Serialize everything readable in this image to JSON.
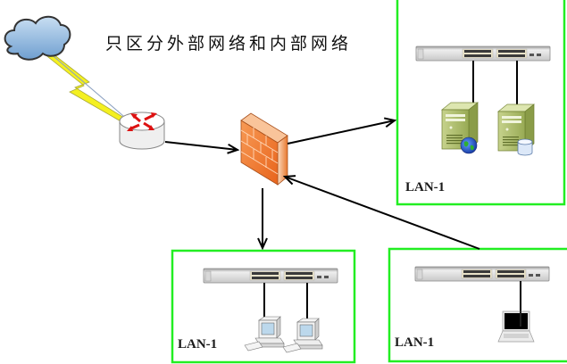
{
  "title": "只区分外部网络和内部网络",
  "colors": {
    "zone_border": "#22ee22",
    "firewall": "#f07a30",
    "link": "#000000",
    "wan_bolt": "#f4f020",
    "router_arrows": "#dd1111"
  },
  "nodes": {
    "internet": {
      "icon": "cloud-icon",
      "label": ""
    },
    "router": {
      "icon": "router-icon",
      "label": ""
    },
    "firewall": {
      "icon": "firewall-icon",
      "label": ""
    }
  },
  "zones": [
    {
      "id": "top-right",
      "label": "LAN-1",
      "devices": [
        {
          "type": "switch",
          "icon": "switch-icon"
        },
        {
          "type": "web-server",
          "icon": "web-server-icon"
        },
        {
          "type": "database-server",
          "icon": "database-server-icon"
        }
      ]
    },
    {
      "id": "bottom-middle",
      "label": "LAN-1",
      "devices": [
        {
          "type": "switch",
          "icon": "switch-icon"
        },
        {
          "type": "workstation",
          "icon": "desktop-pc-icon"
        },
        {
          "type": "workstation",
          "icon": "desktop-pc-icon"
        }
      ]
    },
    {
      "id": "bottom-right",
      "label": "LAN-1",
      "devices": [
        {
          "type": "switch",
          "icon": "switch-icon"
        },
        {
          "type": "laptop",
          "icon": "laptop-icon"
        }
      ]
    }
  ],
  "connections": [
    {
      "from": "internet",
      "to": "router",
      "style": "wan-lightning"
    },
    {
      "from": "router",
      "to": "firewall",
      "style": "arrow"
    },
    {
      "from": "firewall",
      "to": "top-right",
      "style": "arrow"
    },
    {
      "from": "firewall",
      "to": "bottom-middle",
      "style": "arrow"
    },
    {
      "from": "bottom-right",
      "to": "firewall",
      "style": "arrow"
    }
  ]
}
